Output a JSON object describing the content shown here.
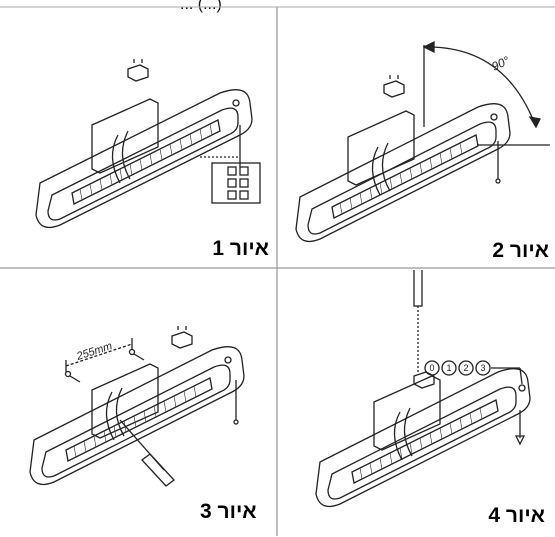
{
  "header": {
    "partial_text": "(...) ..."
  },
  "figures": [
    {
      "caption": "איור 1",
      "panel": "mount-with-bracket"
    },
    {
      "caption": "איור 2",
      "panel": "tilt-angle",
      "angle_label": "90°"
    },
    {
      "caption": "איור 3",
      "panel": "drill-spacing",
      "spacing_label": "255mm"
    },
    {
      "caption": "איור 4",
      "panel": "setting-knob",
      "settings": [
        "0",
        "1",
        "2",
        "3"
      ]
    }
  ],
  "colors": {
    "line": "#222222",
    "grid": "#aaaaaa",
    "background": "#ffffff"
  }
}
